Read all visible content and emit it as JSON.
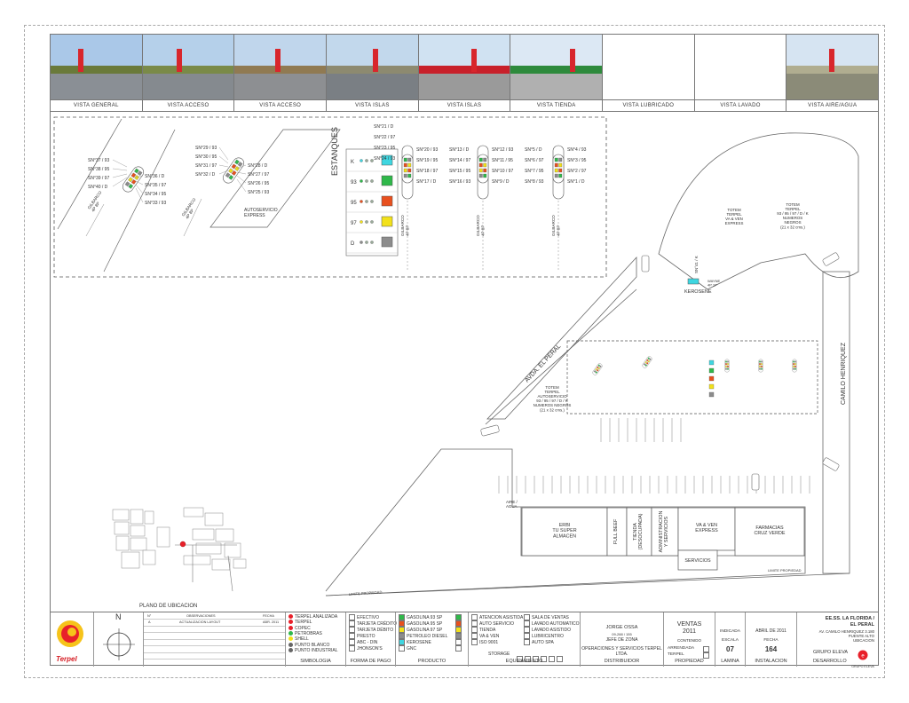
{
  "photos": [
    {
      "caption": "VISTA GENERAL",
      "kind": "photo"
    },
    {
      "caption": "VISTA ACCESO",
      "kind": "photo"
    },
    {
      "caption": "VISTA ACCESO",
      "kind": "photo"
    },
    {
      "caption": "VISTA ISLAS",
      "kind": "photo"
    },
    {
      "caption": "VISTA ISLAS",
      "kind": "photo"
    },
    {
      "caption": "VISTA TIENDA",
      "kind": "photo"
    },
    {
      "caption": "VISTA LUBRICADO",
      "kind": "blank"
    },
    {
      "caption": "VISTA LAVADO",
      "kind": "blank"
    },
    {
      "caption": "VISTA AIRE/AGUA",
      "kind": "photo"
    }
  ],
  "detail": {
    "dispenser_group_a": {
      "left_labels": [
        "SN°37 / 93",
        "SN°38 / 95",
        "SN°39 / 97",
        "SN°40 / D"
      ],
      "right_labels": [
        "SN°36 / D",
        "SN°35 / 97",
        "SN°34 / 95",
        "SN°33 / 93"
      ],
      "brand": "GILBARCO\n4P 8P"
    },
    "dispenser_group_b": {
      "left_labels": [
        "SN°29 / 93",
        "SN°30 / 95",
        "SN°31 / 97",
        "SN°32 / D"
      ],
      "right_labels": [
        "SN°28 / D",
        "SN°27 / 97",
        "SN°26 / 95",
        "SN°25 / 93"
      ],
      "brand": "GILBARCO\n4P 8P",
      "note": "AUTOSERVICIO\nEXPRESS"
    },
    "tanks_title": "ESTANQUES",
    "tanks": [
      {
        "label": "K",
        "color": "#3fd6e0"
      },
      {
        "label": "93",
        "color": "#2fb84a"
      },
      {
        "label": "95",
        "color": "#e8501e"
      },
      {
        "label": "97",
        "color": "#f2e11a"
      },
      {
        "label": "D",
        "color": "#8c8c8c"
      }
    ],
    "island_1": {
      "top_labels": [
        "SN°21 / D",
        "SN°22 / 97",
        "SN°23 / 95",
        "SN°24 / 93"
      ],
      "right_labels": [
        "SN°20 / 93",
        "SN°19 / 95",
        "SN°18 / 97",
        "SN°17 / D"
      ],
      "brand": "GILBARCO\n4P 8P"
    },
    "island_2": {
      "left_labels": [
        "SN°13 / D",
        "SN°14 / 97",
        "SN°15 / 95",
        "SN°16 / 93"
      ],
      "right_labels": [
        "SN°12 / 93",
        "SN°11 / 95",
        "SN°10 / 97",
        "SN°9 / D"
      ],
      "brand": "GILBARCO\n4P 8P"
    },
    "island_3": {
      "left_labels": [
        "SN°5 / D",
        "SN°6 / 97",
        "SN°7 / 95",
        "SN°8 / 93"
      ],
      "right_labels": [
        "SN°4 / 93",
        "SN°3 / 95",
        "SN°2 / 97",
        "SN°1 / D"
      ],
      "brand": "GILBARCO\n4P 8P"
    }
  },
  "site": {
    "road_1": "AVDA. EL PERAL",
    "road_2": "CAMILO HENRIQUEZ",
    "kerosene": "KEROSENE",
    "kerosene_tag": "SN°41 / K",
    "wayne": "WAYNE\n4P 1P",
    "totem_1": "TOTEM\nTERPEL\nVA & VEN\nEXPRESS",
    "totem_2": "TOTEM\nTERPEL\n93 / 95 / 97 / D / K\nNUMEROS\nNEGROS\n(21 x 32 cms.)",
    "totem_3": "TOTEM\nTERPEL\nAUTOSERVICIO\n93 / 95 / 97 / D / K\nNUMEROS NEGROS\n(21 x 32 cms.)",
    "air_water": "AIRE /\nAGUA",
    "shops": [
      {
        "name": "ERBI\nTU SUPER\nALMACEN",
        "vertical": false
      },
      {
        "name": "FULL BEEF",
        "vertical": true
      },
      {
        "name": "TIENDA\n(DESOCUPADA)",
        "vertical": true
      },
      {
        "name": "ADMINISTRACION\nY SERVICIOS",
        "vertical": true
      },
      {
        "name": "VA & VEN\nEXPRESS",
        "vertical": false
      },
      {
        "name": "FARMACIAS\nCRUZ VERDE",
        "vertical": false
      }
    ],
    "servicios": "SERVICIOS",
    "property_limit": "LIMITE PROPIEDAD",
    "location_caption": "PLANO DE UBICACION"
  },
  "title_block": {
    "logo_text": "Terpel",
    "north": "N",
    "rev_header": [
      "N°",
      "OBSERVACIONES",
      "FECHA"
    ],
    "rev_row": [
      "A",
      "ACTUALIZACION LAYOUT",
      "ABR. 2011"
    ],
    "simbologia_title": "SIMBOLOGIA",
    "simbologia": [
      {
        "label": "TERPEL ANALIZADA",
        "color": "#e8202a"
      },
      {
        "label": "TERPEL",
        "color": "#e8202a"
      },
      {
        "label": "COPEC",
        "color": "#e8202a"
      },
      {
        "label": "PETROBRAS",
        "color": "#2fb84a"
      },
      {
        "label": "SHELL",
        "color": "#f2e11a"
      },
      {
        "label": "PUNTO BLANCO",
        "color": "#666666"
      },
      {
        "label": "PUNTO INDUSTRIAL",
        "color": "#666666"
      }
    ],
    "pago_title": "FORMA DE PAGO",
    "pago": [
      "EFECTIVO",
      "TARJETA CRÉDITO",
      "TARJETA DÉBITO",
      "PRESTO",
      "ABC - DIN",
      "JHONSON'S"
    ],
    "producto_title": "PRODUCTO",
    "producto": [
      {
        "label": "GASOLINA 93 SP",
        "color": "#2fb84a"
      },
      {
        "label": "GASOLINA 95 SP",
        "color": "#e8501e"
      },
      {
        "label": "GASOLINA 97 SP",
        "color": "#f2e11a"
      },
      {
        "label": "PETROLEO DIESEL",
        "color": "#8c8c8c"
      },
      {
        "label": "KEROSENE",
        "color": "#3fd6e0"
      },
      {
        "label": "GNC",
        "color": "#ffffff"
      }
    ],
    "equip_title": "EQUIPAMIENTO",
    "equip_col1": [
      "ATENCION ASISTIDA",
      "AUTO SERVICIO",
      "TIENDA",
      "VA & VEN",
      "ISO 9001"
    ],
    "equip_col2": [
      "SALA DE VENTAS",
      "LAVADO AUTOMATICO",
      "LAVADO ASISTIDO",
      "LUBRICENTRO",
      "AUTO SPA"
    ],
    "storage_label": "STORAGE",
    "distribuidor_name": "JORGE OSSA",
    "distribuidor_phone": "09-288 / 155",
    "distribuidor_role": "JEFE DE ZONA",
    "distribuidor_company": "OPERACIONES Y SERVICIOS TERPEL\nLTDA.",
    "distribuidor_title": "DISTRIBUIDOR",
    "ventas_title": "VENTAS\n2011",
    "contenido_title": "CONTENIDO",
    "propiedad_rows": [
      "ARRENDADA",
      "TERPEL"
    ],
    "propiedad_title": "PROPIEDAD",
    "escala_value": "INDICADA",
    "escala_title": "ESCALA",
    "fecha_value": "ABRIL DE 2011",
    "fecha_title": "FECHA",
    "lamina_value": "07",
    "lamina_title": "LAMINA",
    "instalacion_value": "164",
    "instalacion_title": "INSTALACION",
    "station_name": "EE.SS. LA FLORIDA /\nEL PERAL",
    "station_address": "AV. CAMILO HENRIQUEZ 3.180",
    "station_title": "PUENTE ALTO\nUBICACION",
    "desarrollo_value": "GRUPO ELEVA",
    "desarrollo_title": "DESARROLLO",
    "eleva_logo": "GRUPO ELEVA"
  }
}
